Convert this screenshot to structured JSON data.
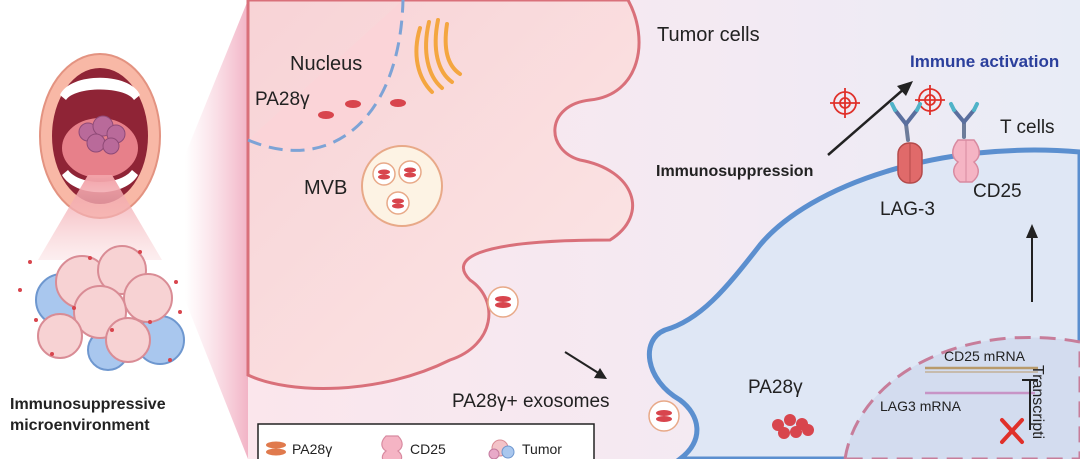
{
  "labels": {
    "nucleus": "Nucleus",
    "pa28_nucleus": "PA28γ",
    "mvb": "MVB",
    "tumor_cells": "Tumor cells",
    "immune_activation": "Immune activation",
    "t_cells": "T cells",
    "immunosuppression": "Immunosuppression",
    "lag3": "LAG-3",
    "cd25": "CD25",
    "exosomes": "PA28γ+ exosomes",
    "pa28_free": "PA28γ",
    "cd25_mrna": "CD25 mRNA",
    "lag3_mrna": "LAG3 mRNA",
    "transcription": "Transcripti",
    "left_caption_line1": "Immunosuppressive",
    "left_caption_line2": "microenvironment"
  },
  "legend": {
    "items": [
      {
        "label": "PA28γ",
        "icon": "pa28-protein-icon"
      },
      {
        "label": "CD25",
        "icon": "cd25-receptor-icon"
      },
      {
        "label": "Tumor",
        "icon": "tumor-cell-icon"
      }
    ]
  },
  "colors": {
    "tumor_membrane": "#d9707a",
    "tcell_membrane": "#5b8fcf",
    "title_blue": "#2b3f9c",
    "pa28_red": "#d8454d",
    "x_red": "#e0302a"
  }
}
